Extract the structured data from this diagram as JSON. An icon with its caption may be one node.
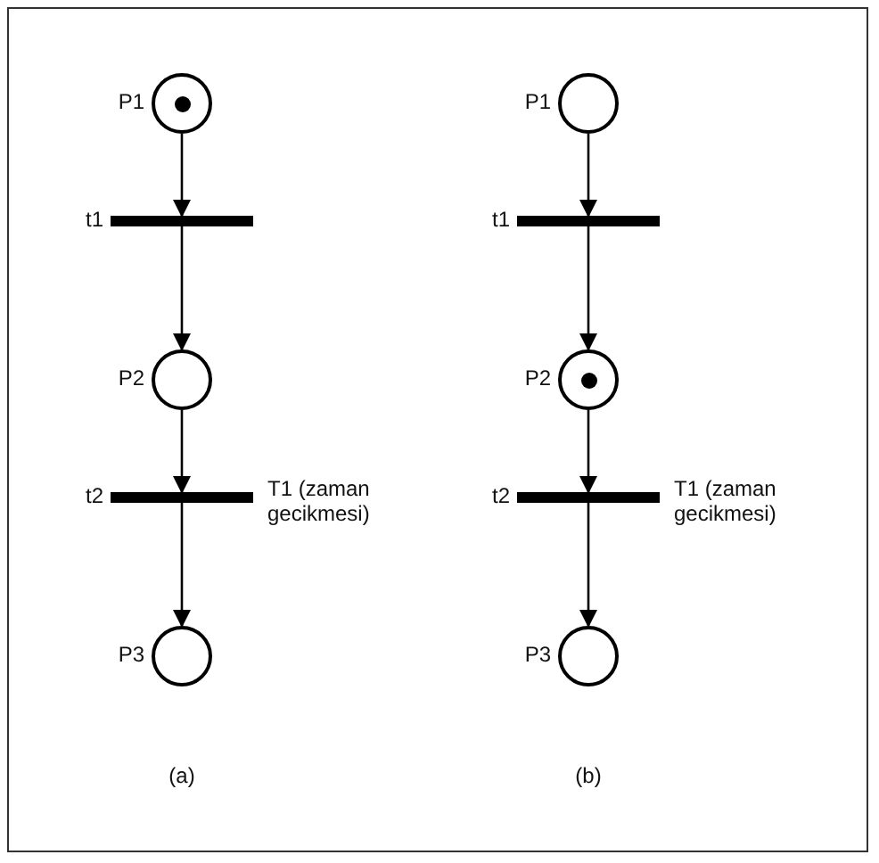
{
  "diagram": {
    "nodes": [
      {
        "text": [],
        "shape": "circle",
        "beside": [
          "P1"
        ]
      },
      {
        "text": [],
        "shape": "circle",
        "in": 0
      },
      {
        "text": [],
        "shape": "bar",
        "beside": [
          "t1"
        ]
      },
      {
        "text": [],
        "shape": "circle",
        "beside": [
          "P2"
        ]
      },
      {
        "text": [],
        "shape": "bar",
        "beside": [
          "t2",
          "T1 (zaman gecikmesi)"
        ]
      },
      {
        "text": [],
        "shape": "circle",
        "beside": [
          "P3"
        ]
      },
      {
        "text": [],
        "shape": "circle",
        "beside": [
          "P1"
        ]
      },
      {
        "text": [],
        "shape": "bar",
        "beside": [
          "t1"
        ]
      },
      {
        "text": [],
        "shape": "circle",
        "beside": [
          "P2"
        ]
      },
      {
        "text": [],
        "shape": "circle",
        "in": 8
      },
      {
        "text": [],
        "shape": "bar",
        "beside": [
          "t2",
          "T1 (zaman gecikmesi)"
        ]
      },
      {
        "text": [],
        "shape": "circle",
        "beside": [
          "P3"
        ]
      }
    ],
    "edges": [
      {
        "from": 0,
        "to": 2,
        "arrow": "to"
      },
      {
        "from": 2,
        "to": 3,
        "arrow": "to"
      },
      {
        "from": 3,
        "to": 4,
        "arrow": "to"
      },
      {
        "from": 4,
        "to": 5,
        "arrow": "to"
      },
      {
        "from": 6,
        "to": 7,
        "arrow": "to"
      },
      {
        "from": 7,
        "to": 8,
        "arrow": "to"
      },
      {
        "from": 8,
        "to": 10,
        "arrow": "to"
      },
      {
        "from": 10,
        "to": 11,
        "arrow": "to"
      }
    ],
    "labels": [
      "(a)",
      "(b)"
    ]
  }
}
